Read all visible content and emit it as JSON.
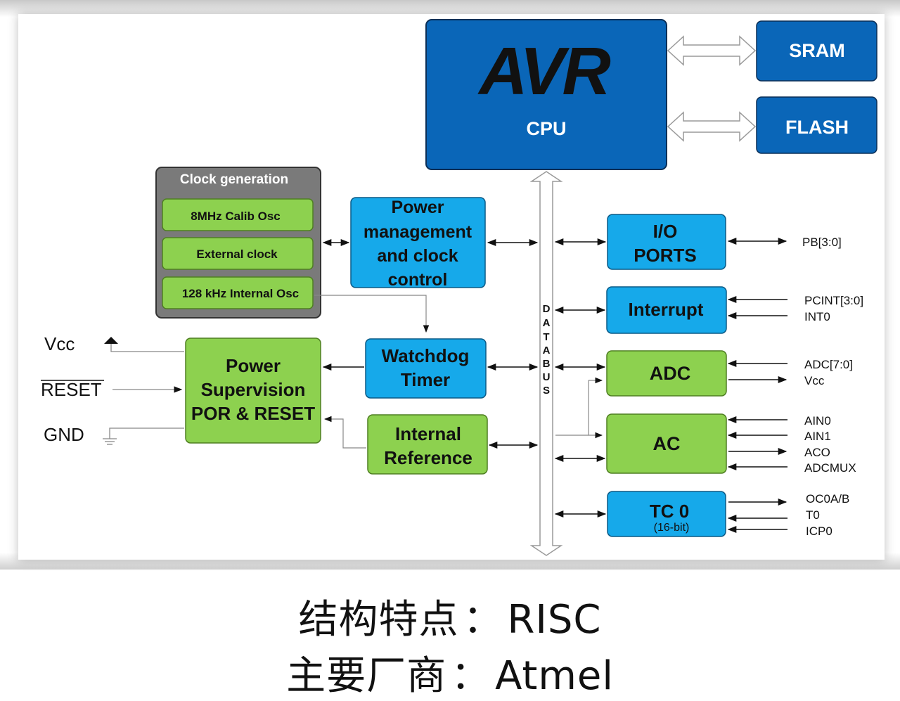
{
  "cpu": {
    "logo": "AVR",
    "label": "CPU"
  },
  "memory": {
    "sram": "SRAM",
    "flash": "FLASH"
  },
  "clock_generation": {
    "title": "Clock generation",
    "items": [
      "8MHz Calib Osc",
      "External clock",
      "128 kHz Internal Osc"
    ]
  },
  "power_management": [
    "Power",
    "management",
    "and clock",
    "control"
  ],
  "watchdog": [
    "Watchdog",
    "Timer"
  ],
  "internal_reference": [
    "Internal",
    "Reference"
  ],
  "power_supervision": [
    "Power",
    "Supervision",
    "POR & RESET"
  ],
  "supply_pins": {
    "vcc": "Vcc",
    "reset": "RESET",
    "gnd": "GND"
  },
  "databus": [
    "D",
    "A",
    "T",
    "A",
    "B",
    "U",
    "S"
  ],
  "peripherals": {
    "io_ports": [
      "I/O",
      "PORTS"
    ],
    "interrupt": "Interrupt",
    "adc": "ADC",
    "ac": "AC",
    "tc0": {
      "label": "TC 0",
      "sub": "(16-bit)"
    }
  },
  "pin_labels": {
    "io": [
      "PB[3:0]"
    ],
    "interrupt": [
      "PCINT[3:0]",
      "INT0"
    ],
    "adc": [
      "ADC[7:0]",
      "Vcc"
    ],
    "ac": [
      "AIN0",
      "AIN1",
      "ACO",
      "ADCMUX"
    ],
    "tc0": [
      "OC0A/B",
      "T0",
      "ICP0"
    ]
  },
  "captions": [
    {
      "key": "结构特点",
      "value": "RISC"
    },
    {
      "key": "主要厂商",
      "value": "Atmel"
    }
  ],
  "colors": {
    "cpu_blue": "#0a66b8",
    "peripheral_blue": "#16a9ea",
    "green": "#8dd14f",
    "clock_gray": "#7a7a7a"
  }
}
